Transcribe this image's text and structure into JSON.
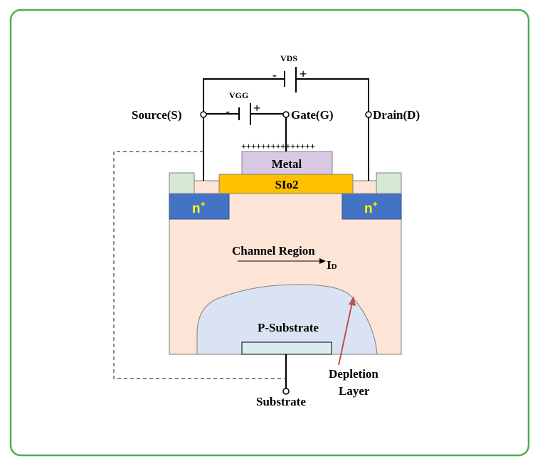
{
  "colors": {
    "frame_border": "#4caf50",
    "substrate_fill": "#fce4d6",
    "n_region_fill": "#4472c4",
    "n_region_text": "#ffff00",
    "oxide_fill": "#ffc000",
    "metal_fill": "#d9c8e3",
    "contact_fill": "#d5e8d4",
    "depletion_fill": "#dae3f3",
    "arrow_red": "#c0504d",
    "wire": "#000000"
  },
  "labels": {
    "vds": "VDS",
    "vgg": "VGG",
    "minus": "-",
    "plus": "+",
    "source": "Source(S)",
    "gate": "Gate(G)",
    "drain": "Drain(D)",
    "gate_charges": "+++++++++++++++",
    "metal": "Metal",
    "oxide": "SIo2",
    "n_plus": "n",
    "n_plus_sup": "+",
    "channel_region": "Channel Region",
    "current_main": "I",
    "current_sub": "D",
    "p_substrate": "P-Substrate",
    "depletion_line1": "Depletion",
    "depletion_line2": "Layer",
    "substrate_terminal": "Substrate"
  }
}
